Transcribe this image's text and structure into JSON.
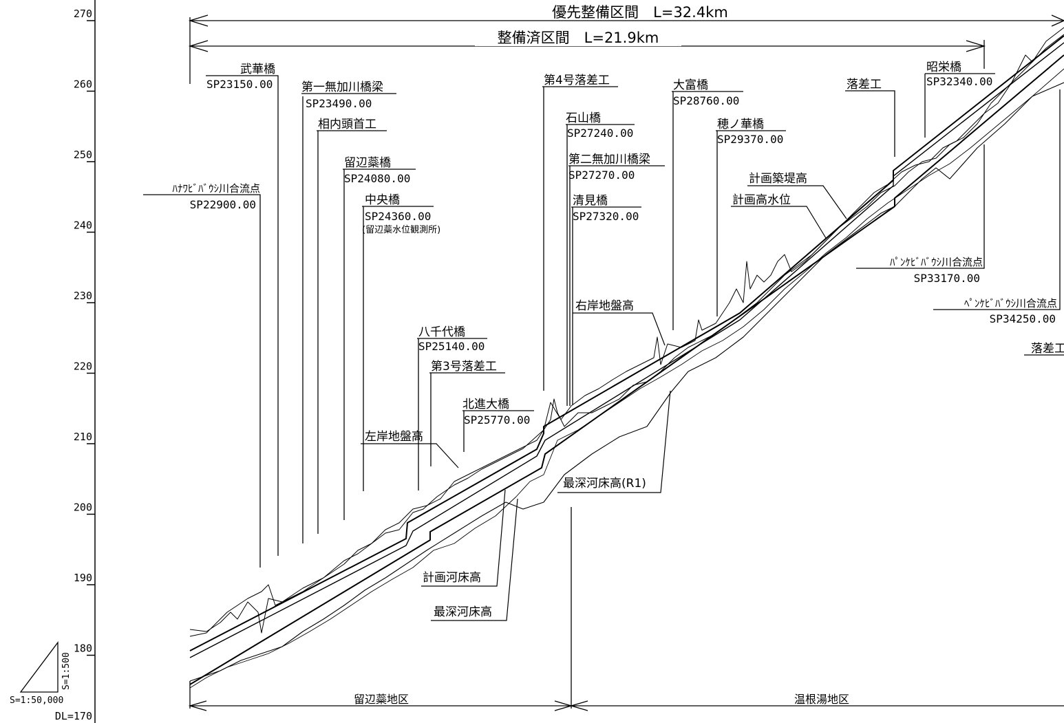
{
  "y_axis": {
    "ticks": [
      "270",
      "260",
      "250",
      "240",
      "230",
      "220",
      "210",
      "200",
      "190",
      "180"
    ],
    "datum": "DL=170"
  },
  "scale": {
    "vertical": "S=1:500",
    "horizontal": "S=1:50,000"
  },
  "sections": {
    "priority": "優先整備区間　L=32.4km",
    "completed": "整備済区間　L=21.9km"
  },
  "districts": {
    "left": "留辺蘂地区",
    "right": "温根湯地区"
  },
  "structures": [
    {
      "name": "ﾊﾅﾜﾋﾞﾊﾞｳｼ川合流点",
      "sp": "SP22900.00"
    },
    {
      "name": "武華橋",
      "sp": "SP23150.00"
    },
    {
      "name": "第一無加川橋梁",
      "sp": "SP23490.00"
    },
    {
      "name": "相内頭首工",
      "sp": ""
    },
    {
      "name": "留辺蘂橋",
      "sp": "SP24080.00"
    },
    {
      "name": "中央橋",
      "sp": "SP24360.00",
      "note": "(留辺蘂水位観測所)"
    },
    {
      "name": "八千代橋",
      "sp": "SP25140.00"
    },
    {
      "name": "第3号落差工",
      "sp": ""
    },
    {
      "name": "北進大橋",
      "sp": "SP25770.00"
    },
    {
      "name": "第4号落差工",
      "sp": ""
    },
    {
      "name": "石山橋",
      "sp": "SP27240.00"
    },
    {
      "name": "第二無加川橋梁",
      "sp": "SP27270.00"
    },
    {
      "name": "清見橋",
      "sp": "SP27320.00"
    },
    {
      "name": "大富橋",
      "sp": "SP28760.00"
    },
    {
      "name": "穂ノ華橋",
      "sp": "SP29370.00"
    },
    {
      "name": "落差工",
      "sp": ""
    },
    {
      "name": "昭栄橋",
      "sp": "SP32340.00"
    },
    {
      "name": "ﾊﾟﾝｹﾋﾞﾊﾞｳｼ川合流点",
      "sp": "SP33170.00"
    },
    {
      "name": "ﾍﾟﾝｹﾋﾞﾊﾞｳｼ川合流点",
      "sp": "SP34250.00"
    },
    {
      "name": "落差工",
      "sp": ""
    }
  ],
  "legend_labels": {
    "left_bank": "左岸地盤高",
    "right_bank": "右岸地盤高",
    "plan_levee": "計画築堤高",
    "plan_hwl": "計画高水位",
    "plan_bed": "計画河床高",
    "deepest_bed": "最深河床高",
    "deepest_bed_r1": "最深河床高(R1)"
  },
  "colors": {
    "line": "#000000",
    "background": "#ffffff"
  }
}
